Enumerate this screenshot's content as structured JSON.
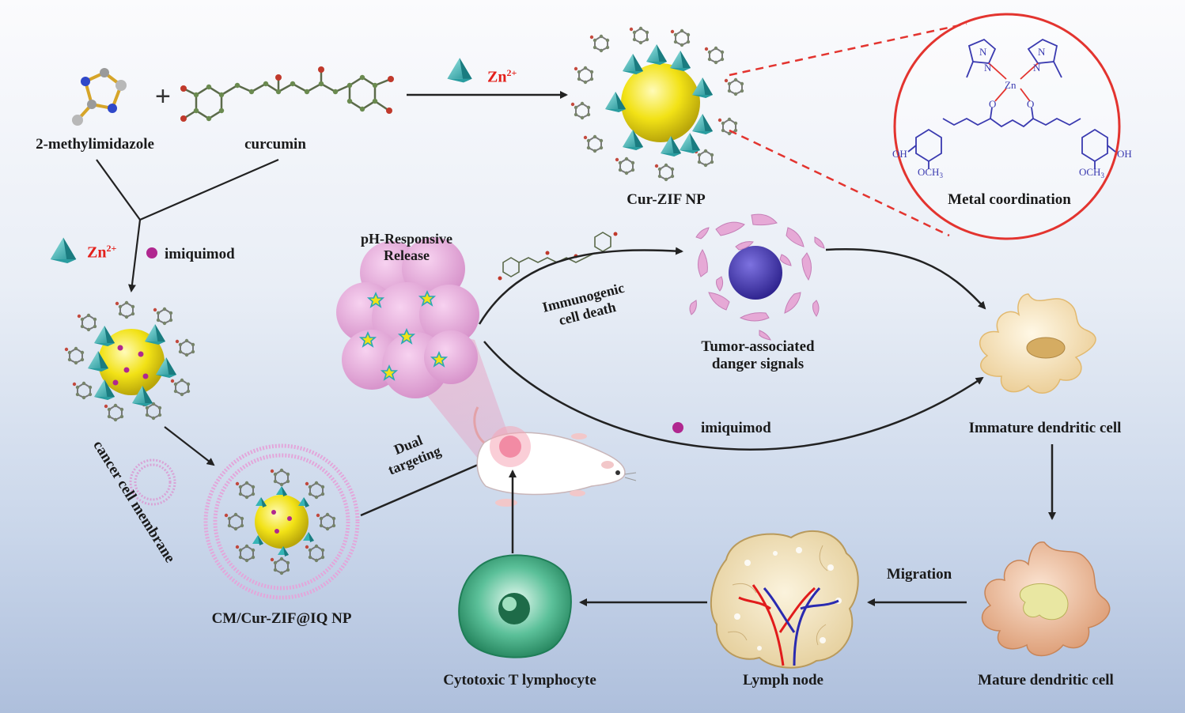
{
  "labels": {
    "methylimidazole": "2-methylimidazole",
    "plus": "+",
    "curcumin": "curcumin",
    "zn_top": "Zn",
    "zn_top_sup": "2+",
    "zn_left": "Zn",
    "zn_left_sup": "2+",
    "imiquimod_left": "imiquimod",
    "cur_zif": "Cur-ZIF NP",
    "metal_coordination": "Metal coordination",
    "ph_release_1": "pH-Responsive",
    "ph_release_2": "Release",
    "immunogenic_1": "Immunogenic",
    "immunogenic_2": "cell death",
    "tumor_signals_1": "Tumor-associated",
    "tumor_signals_2": "danger signals",
    "imiquimod_mid": "imiquimod",
    "immature_dc": "Immature dendritic cell",
    "cancer_membrane": "cancer cell membrane",
    "dual_1": "Dual",
    "dual_2": "targeting",
    "cm_cur_zif": "CM/Cur-ZIF@IQ NP",
    "migration": "Migration",
    "mature_dc": "Mature dendritic cell",
    "lymph_node": "Lymph node",
    "ctl": "Cytotoxic T lymphocyte"
  },
  "structure": {
    "zn": "Zn",
    "oh_left": "OH",
    "och3_left": "OCH",
    "och3_left_sub": "3",
    "oh_right": "OH",
    "och3_right": "OCH",
    "och3_right_sub": "3",
    "n1": "N",
    "n2": "N",
    "n3": "N",
    "n4": "N",
    "o1": "O",
    "o2": "O"
  },
  "colors": {
    "zn_red": "#e3201b",
    "arrow": "#222222",
    "circle_red": "#e3342f",
    "structure_blue": "#3a3ab0",
    "tetrahedron": "#36b4b6",
    "core_yellow": "#f2e216",
    "imiquimod": "#b0278f",
    "tumor_pink": "#e6a9d6",
    "dc_cream": "#f3dcae",
    "mature_orange": "#eab189",
    "ctl_green": "#2f9a6f"
  }
}
